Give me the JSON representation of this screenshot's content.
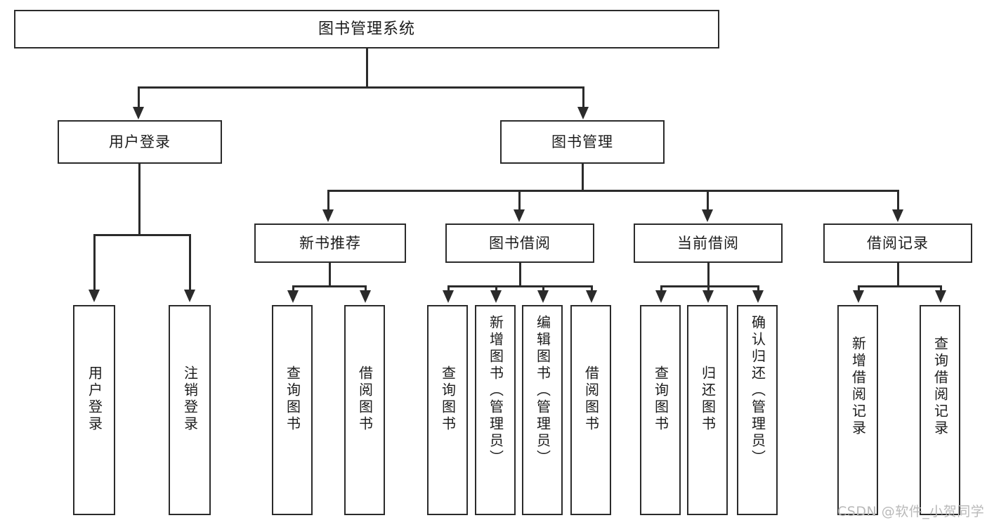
{
  "diagram": {
    "title": "图书管理系统",
    "type": "tree-hierarchy",
    "watermark": "CSDN @软件_小贺同学",
    "colors": {
      "box_border": "#2b2b2b",
      "box_fill": "#ffffff",
      "connector": "#2b2b2b",
      "text": "#1c1c1c",
      "watermark": "#b9b9b9",
      "background": "#ffffff"
    }
  },
  "root": {
    "label": "图书管理系统"
  },
  "level2": [
    {
      "label": "用户登录"
    },
    {
      "label": "图书管理"
    }
  ],
  "level3": [
    {
      "label": "新书推荐"
    },
    {
      "label": "图书借阅"
    },
    {
      "label": "当前借阅"
    },
    {
      "label": "借阅记录"
    }
  ],
  "leaves": {
    "user_login": [
      {
        "label": "用户登录"
      },
      {
        "label": "注销登录"
      }
    ],
    "new_book_recommend": [
      {
        "label": "查询图书"
      },
      {
        "label": "借阅图书"
      }
    ],
    "book_borrow": [
      {
        "label": "查询图书"
      },
      {
        "label": "新增图书（管理员）"
      },
      {
        "label": "编辑图书（管理员）"
      },
      {
        "label": "借阅图书"
      }
    ],
    "current_borrow": [
      {
        "label": "查询图书"
      },
      {
        "label": "归还图书"
      },
      {
        "label": "确认归还（管理员）"
      }
    ],
    "borrow_record": [
      {
        "label": "新增借阅记录"
      },
      {
        "label": "查询借阅记录"
      }
    ]
  }
}
